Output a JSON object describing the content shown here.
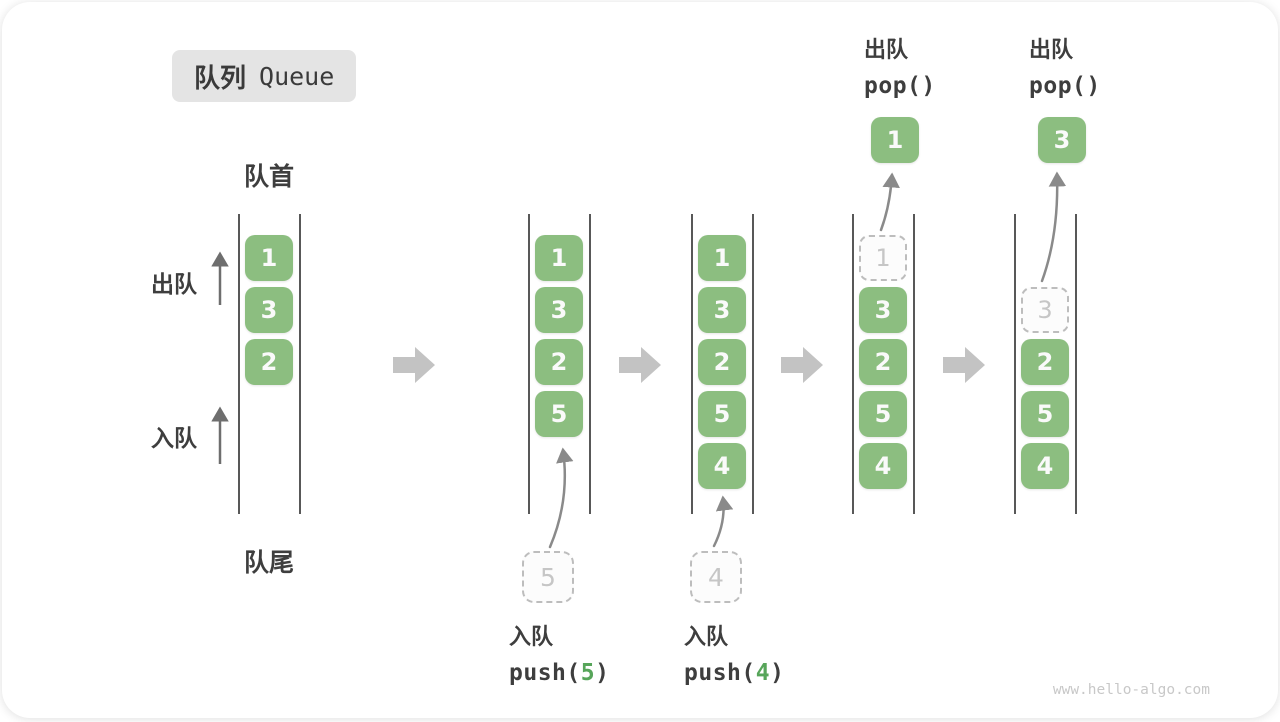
{
  "title": {
    "zh": "队列",
    "en": "Queue"
  },
  "labels": {
    "front": "队首",
    "rear": "队尾",
    "dequeue": "出队",
    "enqueue": "入队"
  },
  "watermark": "www.hello-algo.com",
  "colors": {
    "cell_green": "#8CBE80",
    "code_green": "#57A55A",
    "text_dark": "#3E3E3E",
    "ghost_border": "#BDBDBD",
    "ghost_text": "#C6C6C6",
    "block_arrow": "#C3C3C3",
    "curve_arrow": "#8A8A8A",
    "title_bg": "#E4E4E4"
  },
  "states": [
    {
      "name": "initial",
      "cells": [
        {
          "value": "1"
        },
        {
          "value": "3"
        },
        {
          "value": "2"
        }
      ]
    },
    {
      "name": "after-push-5",
      "cells": [
        {
          "value": "1"
        },
        {
          "value": "3"
        },
        {
          "value": "2"
        },
        {
          "value": "5"
        }
      ],
      "incoming": {
        "value": "5"
      },
      "action": {
        "label": "入队",
        "fn": "push(",
        "arg": "5",
        "close": ")"
      }
    },
    {
      "name": "after-push-4",
      "cells": [
        {
          "value": "1"
        },
        {
          "value": "3"
        },
        {
          "value": "2"
        },
        {
          "value": "5"
        },
        {
          "value": "4"
        }
      ],
      "incoming": {
        "value": "4"
      },
      "action": {
        "label": "入队",
        "fn": "push(",
        "arg": "4",
        "close": ")"
      }
    },
    {
      "name": "after-pop-1",
      "cells": [
        {
          "value": "1",
          "ghost": true
        },
        {
          "value": "3"
        },
        {
          "value": "2"
        },
        {
          "value": "5"
        },
        {
          "value": "4"
        }
      ],
      "popped": {
        "value": "1"
      },
      "action": {
        "label": "出队",
        "fn": "pop()"
      }
    },
    {
      "name": "after-pop-3",
      "cells": [
        {
          "value": "3",
          "ghost": true
        },
        {
          "value": "2"
        },
        {
          "value": "5"
        },
        {
          "value": "4"
        }
      ],
      "popped": {
        "value": "3"
      },
      "action": {
        "label": "出队",
        "fn": "pop()"
      }
    }
  ]
}
